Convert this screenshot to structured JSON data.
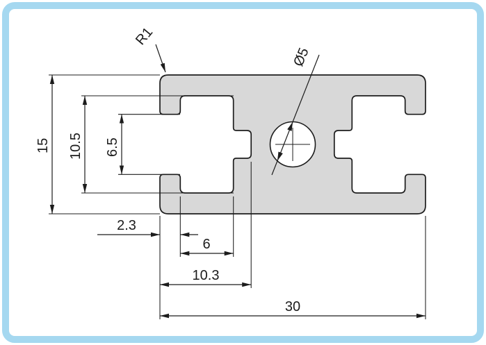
{
  "colors": {
    "frame": "#a5d8f0",
    "background": "#ffffff",
    "profile_fill": "#d8d8d8",
    "line": "#1c1c1c"
  },
  "drawing": {
    "dimensions": {
      "overall_height": "15",
      "cavity_height": "10.5",
      "slot_opening_height": "6.5",
      "wall_thickness": "2.3",
      "cavity_width": "6",
      "slot_depth": "10.3",
      "overall_width": "30"
    },
    "callouts": {
      "corner_radius": "R1",
      "hole_diameter": "Ø5"
    }
  }
}
